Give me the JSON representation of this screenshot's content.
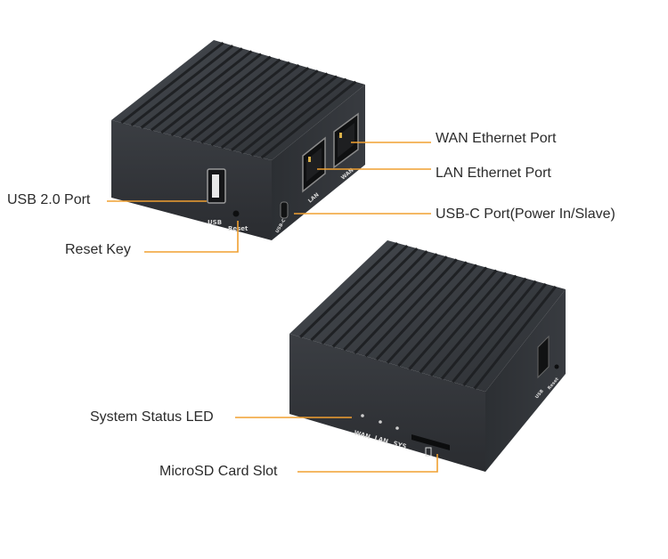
{
  "callouts": {
    "wan_port": "WAN Ethernet Port",
    "lan_port": "LAN Ethernet Port",
    "usb_c": "USB-C Port(Power In/Slave)",
    "usb2": "USB 2.0 Port",
    "reset": "Reset Key",
    "status_led": "System Status LED",
    "microsd": "MicroSD Card Slot"
  },
  "device_markings": {
    "usb": "USB",
    "reset": "Reset",
    "lan": "LAN",
    "wan": "WAN",
    "usb_c": "USB-C",
    "led_wan": "WAN",
    "led_lan": "LAN",
    "led_sys": "SYS",
    "side_usb": "USB",
    "side_reset": "Reset"
  },
  "colors": {
    "leader_line": "#f0a030",
    "case_dark": "#2f3236",
    "case_fin": "#3a3e43",
    "case_shadow": "#1c1e21",
    "label_text": "#2b2b2b"
  }
}
